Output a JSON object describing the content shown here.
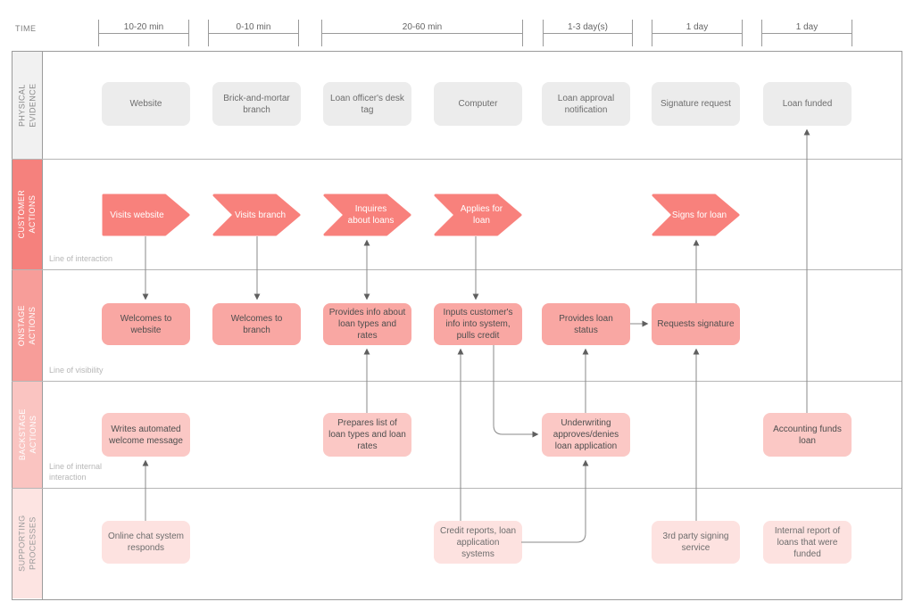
{
  "time_row": {
    "title": "TIME",
    "brackets": [
      "10-20 min",
      "0-10 min",
      "20-60 min",
      "1-3 day(s)",
      "1 day",
      "1 day"
    ]
  },
  "lane_labels": [
    "PHYSICAL EVIDENCE",
    "CUSTOMER ACTIONS",
    "ONSTAGE ACTIONS",
    "BACKSTAGE ACTIONS",
    "SUPPORTING PROCESSES"
  ],
  "dividers": {
    "interaction": "Line of interaction",
    "visibility": "Line of visibility",
    "internal": "Line of internal interaction"
  },
  "physical_evidence": [
    "Website",
    "Brick-and-mortar branch",
    "Loan officer's desk tag",
    "Computer",
    "Loan approval notification",
    "Signature request",
    "Loan funded"
  ],
  "customer_actions": [
    "Visits website",
    "Visits branch",
    "Inquires about loans",
    "Applies for loan",
    "Signs for loan"
  ],
  "onstage_actions": [
    "Welcomes to website",
    "Welcomes to branch",
    "Provides info about loan types and rates",
    "Inputs customer's info into system, pulls credit",
    "Provides loan status",
    "Requests signature"
  ],
  "backstage_actions": [
    "Writes automated welcome message",
    "Prepares list of loan types and loan rates",
    "Underwriting approves/denies loan application",
    "Accounting funds loan"
  ],
  "supporting_processes": [
    "Online chat system responds",
    "Credit reports, loan application systems",
    "3rd party signing service",
    "Internal report of loans that were funded"
  ],
  "colors": {
    "customer_accent": "#f8817c",
    "onstage_fill": "#f9a7a3",
    "backstage_fill": "#fbc8c5",
    "supporting_fill": "#fde2e0",
    "physical_fill": "#ececec",
    "connector": "#8a8a8a"
  }
}
